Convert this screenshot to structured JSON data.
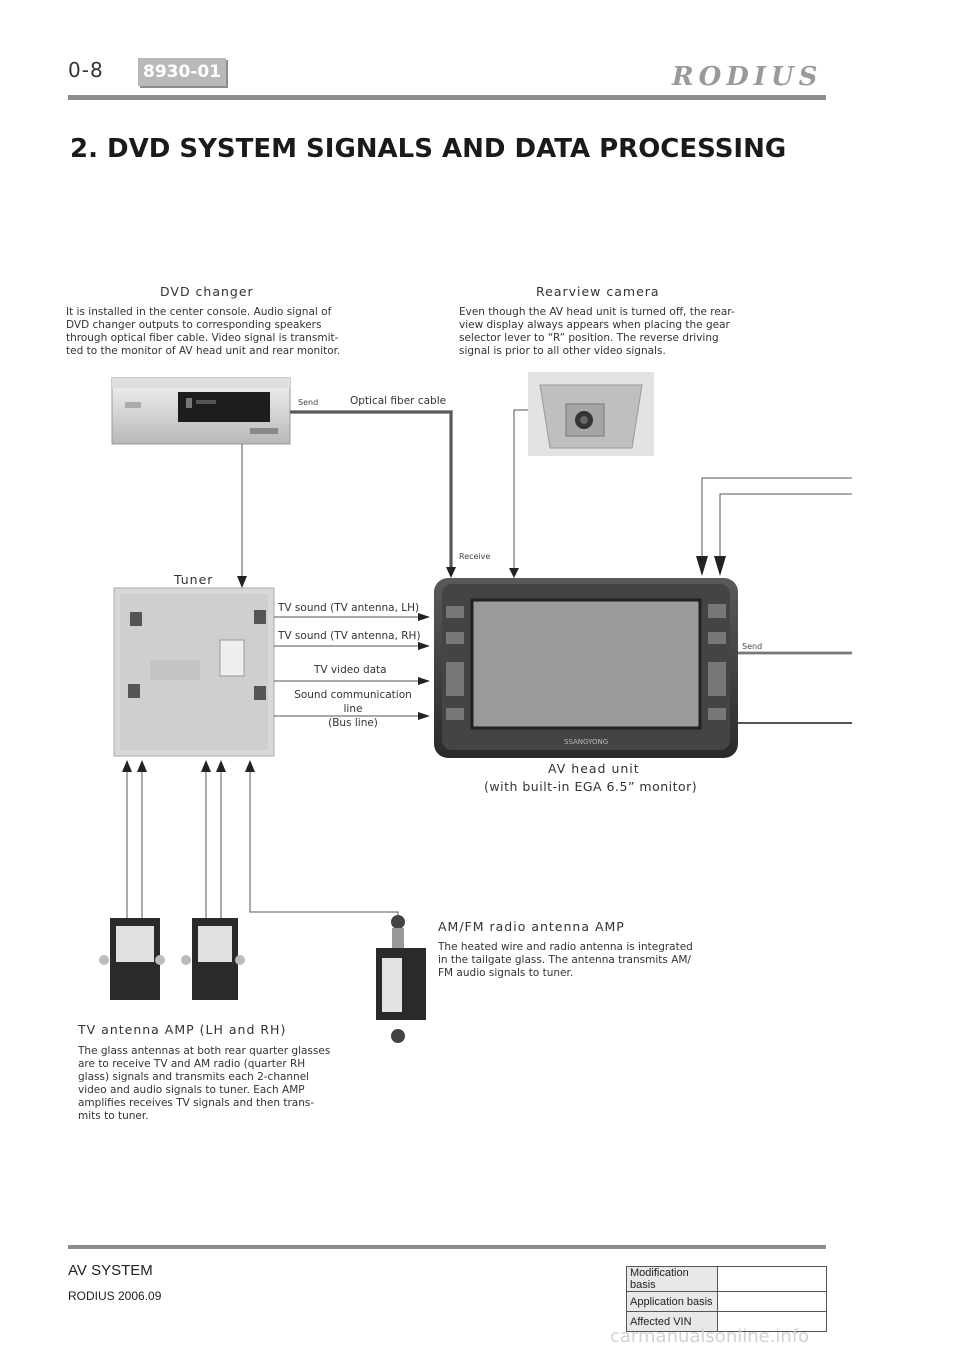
{
  "header": {
    "page_number": "0-8",
    "section_code": "8930-01",
    "brand": "RODIUS"
  },
  "title": "2. DVD SYSTEM SIGNALS AND DATA PROCESSING",
  "components": {
    "dvd_changer": {
      "heading": "DVD changer",
      "description": [
        "It is installed in the center console. Audio signal of",
        "DVD changer outputs to corresponding speakers",
        "through optical fiber cable. Video signal is transmit-",
        "ted to the monitor of AV head unit and rear monitor."
      ]
    },
    "rearview_camera": {
      "heading": "Rearview camera",
      "description": [
        "Even though the AV head unit is turned off, the rear-",
        "view display always appears when placing the gear",
        "selector lever to “R” position. The reverse driving",
        "signal is prior to all other video signals."
      ]
    },
    "tuner": {
      "heading": "Tuner"
    },
    "av_head_unit": {
      "heading": "AV head unit",
      "subheading": "(with built-in EGA 6.5” monitor)",
      "brand_on_unit": "SSANGYONG"
    },
    "am_fm_amp": {
      "heading": "AM/FM radio antenna AMP",
      "description": [
        "The heated wire and radio antenna is integrated",
        "in the tailgate glass. The antenna transmits AM/",
        "FM audio signals to tuner."
      ]
    },
    "tv_antenna_amp": {
      "heading": "TV antenna AMP (LH and RH)",
      "description": [
        "The glass antennas at both rear quarter glasses",
        "are to receive TV and AM radio (quarter RH",
        "glass) signals and transmits each 2-channel",
        "video and audio signals to tuner. Each AMP",
        "amplifies receives TV signals and then trans-",
        "mits to tuner."
      ]
    }
  },
  "signals": {
    "send_dvd": "Send",
    "optical_fiber": "Optical fiber cable",
    "receive": "Receive",
    "send_head": "Send",
    "tv_sound_lh": "TV sound (TV antenna, LH)",
    "tv_sound_rh": "TV sound (TV antenna, RH)",
    "tv_video": "TV video data",
    "sound_comm_1": "Sound communication line",
    "sound_comm_2": "(Bus line)"
  },
  "footer": {
    "section": "AV SYSTEM",
    "date": "RODIUS 2006.09",
    "table": [
      {
        "label": "Modification basis",
        "value": ""
      },
      {
        "label": "Application basis",
        "value": ""
      },
      {
        "label": "Affected VIN",
        "value": ""
      }
    ]
  },
  "watermark": "carmanualsonline.info"
}
